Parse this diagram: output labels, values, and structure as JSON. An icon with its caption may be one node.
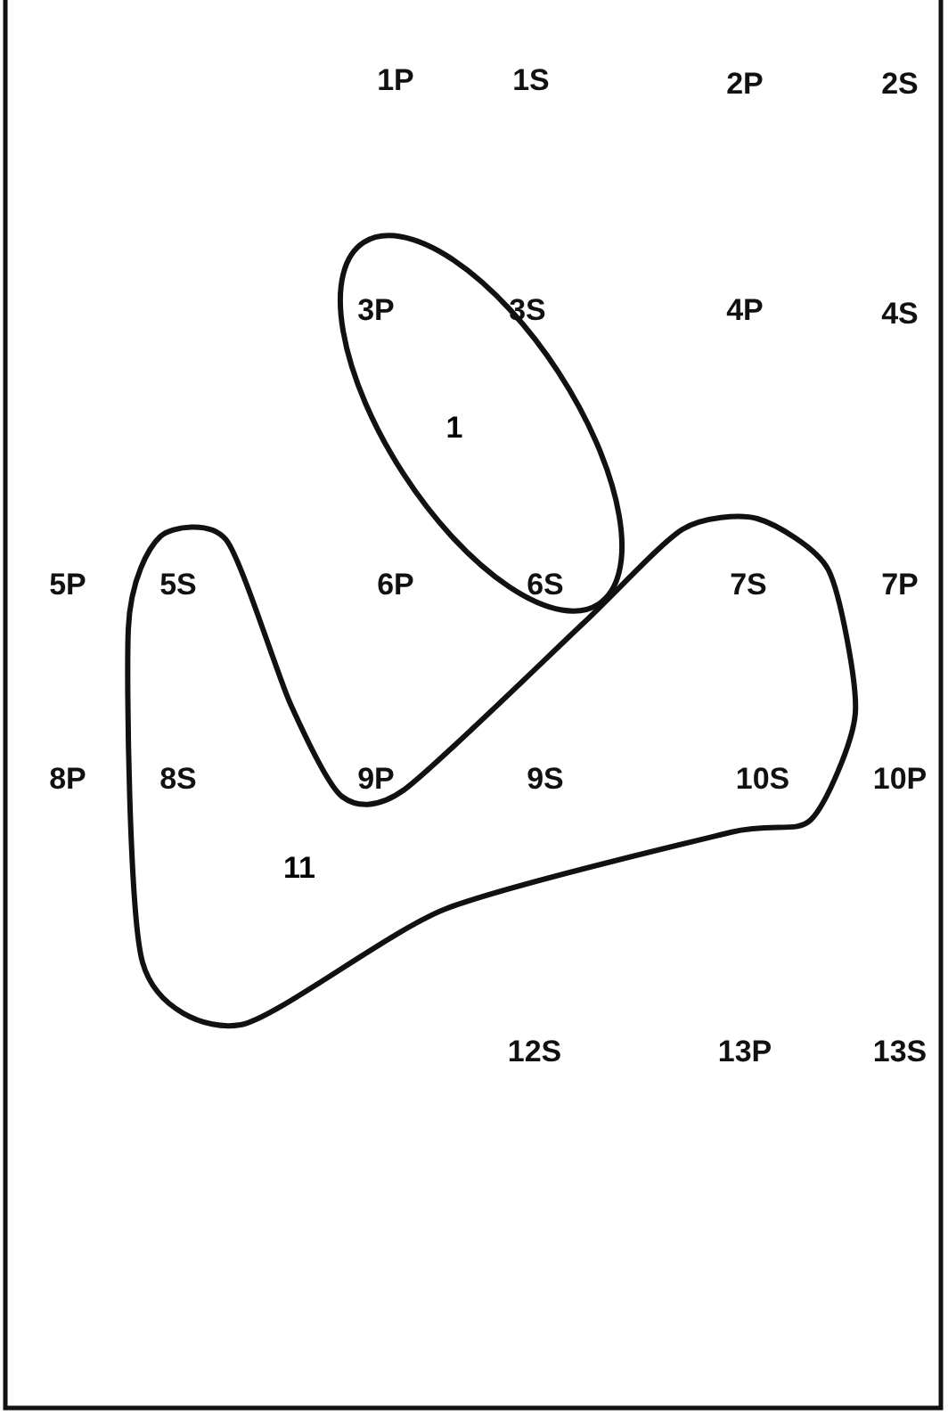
{
  "diagram": {
    "nodes": [
      {
        "text": [
          "1"
        ]
      },
      {
        "text": [
          "11"
        ]
      }
    ],
    "labels": [
      "1P",
      "1S",
      "2P",
      "2S",
      "3P",
      "3S",
      "4P",
      "4S",
      "5P",
      "5S",
      "6P",
      "6S",
      "7S",
      "7P",
      "8P",
      "8S",
      "9P",
      "9S",
      "10S",
      "10P",
      "12S",
      "13P",
      "13S"
    ]
  }
}
